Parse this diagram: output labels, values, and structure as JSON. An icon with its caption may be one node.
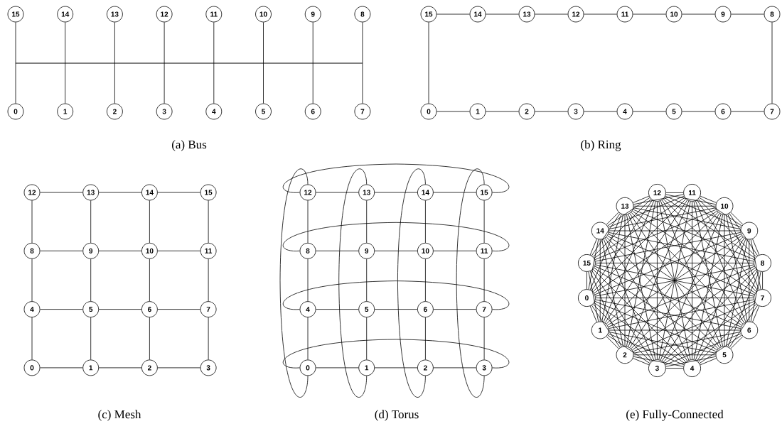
{
  "diagram": {
    "nodes": [
      {
        "text": [
          "15"
        ]
      },
      {
        "text": [
          "14"
        ]
      },
      {
        "text": [
          "13"
        ]
      },
      {
        "text": [
          "12"
        ]
      },
      {
        "text": [
          "11"
        ]
      },
      {
        "text": [
          "10"
        ]
      },
      {
        "text": [
          "9"
        ]
      },
      {
        "text": [
          "8"
        ]
      },
      {
        "text": [],
        "shape": "bar"
      },
      {
        "text": [
          "0"
        ]
      },
      {
        "text": [
          "1"
        ]
      },
      {
        "text": [
          "2"
        ]
      },
      {
        "text": [
          "3"
        ]
      },
      {
        "text": [
          "4"
        ]
      },
      {
        "text": [
          "5"
        ]
      },
      {
        "text": [
          "6"
        ]
      },
      {
        "text": [
          "7"
        ]
      },
      {
        "text": [
          "15"
        ]
      },
      {
        "text": [
          "14"
        ]
      },
      {
        "text": [
          "13"
        ]
      },
      {
        "text": [
          "12"
        ]
      },
      {
        "text": [
          "11"
        ]
      },
      {
        "text": [
          "10"
        ]
      },
      {
        "text": [
          "9"
        ]
      },
      {
        "text": [
          "8"
        ]
      },
      {
        "text": [
          "0"
        ]
      },
      {
        "text": [
          "1"
        ]
      },
      {
        "text": [
          "2"
        ]
      },
      {
        "text": [
          "3"
        ]
      },
      {
        "text": [
          "4"
        ]
      },
      {
        "text": [
          "5"
        ]
      },
      {
        "text": [
          "6"
        ]
      },
      {
        "text": [
          "7"
        ]
      },
      {
        "text": [
          "12"
        ]
      },
      {
        "text": [
          "13"
        ]
      },
      {
        "text": [
          "14"
        ]
      },
      {
        "text": [
          "15"
        ]
      },
      {
        "text": [
          "8"
        ]
      },
      {
        "text": [
          "9"
        ]
      },
      {
        "text": [
          "10"
        ]
      },
      {
        "text": [
          "11"
        ]
      },
      {
        "text": [
          "4"
        ]
      },
      {
        "text": [
          "5"
        ]
      },
      {
        "text": [
          "6"
        ]
      },
      {
        "text": [
          "7"
        ]
      },
      {
        "text": [
          "0"
        ]
      },
      {
        "text": [
          "1"
        ]
      },
      {
        "text": [
          "2"
        ]
      },
      {
        "text": [
          "3"
        ]
      },
      {
        "text": [
          "12"
        ]
      },
      {
        "text": [
          "13"
        ]
      },
      {
        "text": [
          "14"
        ]
      },
      {
        "text": [
          "15"
        ]
      },
      {
        "text": [
          "8"
        ]
      },
      {
        "text": [
          "9"
        ]
      },
      {
        "text": [
          "10"
        ]
      },
      {
        "text": [
          "11"
        ]
      },
      {
        "text": [
          "4"
        ]
      },
      {
        "text": [
          "5"
        ]
      },
      {
        "text": [
          "6"
        ]
      },
      {
        "text": [
          "7"
        ]
      },
      {
        "text": [
          "0"
        ]
      },
      {
        "text": [
          "1"
        ]
      },
      {
        "text": [
          "2"
        ]
      },
      {
        "text": [
          "3"
        ]
      },
      {
        "text": [
          "0"
        ]
      },
      {
        "text": [
          "1"
        ]
      },
      {
        "text": [
          "2"
        ]
      },
      {
        "text": [
          "3"
        ]
      },
      {
        "text": [
          "4"
        ]
      },
      {
        "text": [
          "5"
        ]
      },
      {
        "text": [
          "6"
        ]
      },
      {
        "text": [
          "7"
        ]
      },
      {
        "text": [
          "8"
        ]
      },
      {
        "text": [
          "9"
        ]
      },
      {
        "text": [
          "10"
        ]
      },
      {
        "text": [
          "11"
        ]
      },
      {
        "text": [
          "12"
        ]
      },
      {
        "text": [
          "13"
        ]
      },
      {
        "text": [
          "14"
        ]
      },
      {
        "text": [
          "15"
        ]
      }
    ],
    "edges": [
      {
        "from": 0,
        "to": 8,
        "arrow": "none"
      },
      {
        "from": 1,
        "to": 8,
        "arrow": "none"
      },
      {
        "from": 2,
        "to": 8,
        "arrow": "none"
      },
      {
        "from": 3,
        "to": 8,
        "arrow": "none"
      },
      {
        "from": 4,
        "to": 8,
        "arrow": "none"
      },
      {
        "from": 5,
        "to": 8,
        "arrow": "none"
      },
      {
        "from": 6,
        "to": 8,
        "arrow": "none"
      },
      {
        "from": 7,
        "to": 8,
        "arrow": "none"
      },
      {
        "from": 9,
        "to": 8,
        "arrow": "none"
      },
      {
        "from": 10,
        "to": 8,
        "arrow": "none"
      },
      {
        "from": 11,
        "to": 8,
        "arrow": "none"
      },
      {
        "from": 12,
        "to": 8,
        "arrow": "none"
      },
      {
        "from": 13,
        "to": 8,
        "arrow": "none"
      },
      {
        "from": 14,
        "to": 8,
        "arrow": "none"
      },
      {
        "from": 15,
        "to": 8,
        "arrow": "none"
      },
      {
        "from": 16,
        "to": 8,
        "arrow": "none"
      },
      {
        "from": 25,
        "to": 26,
        "arrow": "none"
      },
      {
        "from": 26,
        "to": 27,
        "arrow": "none"
      },
      {
        "from": 27,
        "to": 28,
        "arrow": "none"
      },
      {
        "from": 28,
        "to": 29,
        "arrow": "none"
      },
      {
        "from": 29,
        "to": 30,
        "arrow": "none"
      },
      {
        "from": 30,
        "to": 31,
        "arrow": "none"
      },
      {
        "from": 31,
        "to": 32,
        "arrow": "none"
      },
      {
        "from": 32,
        "to": 24,
        "arrow": "none"
      },
      {
        "from": 24,
        "to": 23,
        "arrow": "none"
      },
      {
        "from": 23,
        "to": 22,
        "arrow": "none"
      },
      {
        "from": 22,
        "to": 21,
        "arrow": "none"
      },
      {
        "from": 21,
        "to": 20,
        "arrow": "none"
      },
      {
        "from": 20,
        "to": 19,
        "arrow": "none"
      },
      {
        "from": 19,
        "to": 18,
        "arrow": "none"
      },
      {
        "from": 18,
        "to": 17,
        "arrow": "none"
      },
      {
        "from": 17,
        "to": 25,
        "arrow": "none"
      },
      {
        "from": 33,
        "to": 34,
        "arrow": "none"
      },
      {
        "from": 34,
        "to": 35,
        "arrow": "none"
      },
      {
        "from": 35,
        "to": 36,
        "arrow": "none"
      },
      {
        "from": 37,
        "to": 38,
        "arrow": "none"
      },
      {
        "from": 38,
        "to": 39,
        "arrow": "none"
      },
      {
        "from": 39,
        "to": 40,
        "arrow": "none"
      },
      {
        "from": 41,
        "to": 42,
        "arrow": "none"
      },
      {
        "from": 42,
        "to": 43,
        "arrow": "none"
      },
      {
        "from": 43,
        "to": 44,
        "arrow": "none"
      },
      {
        "from": 45,
        "to": 46,
        "arrow": "none"
      },
      {
        "from": 46,
        "to": 47,
        "arrow": "none"
      },
      {
        "from": 47,
        "to": 48,
        "arrow": "none"
      },
      {
        "from": 33,
        "to": 37,
        "arrow": "none"
      },
      {
        "from": 37,
        "to": 41,
        "arrow": "none"
      },
      {
        "from": 41,
        "to": 45,
        "arrow": "none"
      },
      {
        "from": 34,
        "to": 38,
        "arrow": "none"
      },
      {
        "from": 38,
        "to": 42,
        "arrow": "none"
      },
      {
        "from": 42,
        "to": 46,
        "arrow": "none"
      },
      {
        "from": 35,
        "to": 39,
        "arrow": "none"
      },
      {
        "from": 39,
        "to": 43,
        "arrow": "none"
      },
      {
        "from": 43,
        "to": 47,
        "arrow": "none"
      },
      {
        "from": 36,
        "to": 40,
        "arrow": "none"
      },
      {
        "from": 40,
        "to": 44,
        "arrow": "none"
      },
      {
        "from": 44,
        "to": 48,
        "arrow": "none"
      },
      {
        "from": 49,
        "to": 50,
        "arrow": "none"
      },
      {
        "from": 50,
        "to": 51,
        "arrow": "none"
      },
      {
        "from": 51,
        "to": 52,
        "arrow": "none"
      },
      {
        "from": 53,
        "to": 54,
        "arrow": "none"
      },
      {
        "from": 54,
        "to": 55,
        "arrow": "none"
      },
      {
        "from": 55,
        "to": 56,
        "arrow": "none"
      },
      {
        "from": 57,
        "to": 58,
        "arrow": "none"
      },
      {
        "from": 58,
        "to": 59,
        "arrow": "none"
      },
      {
        "from": 59,
        "to": 60,
        "arrow": "none"
      },
      {
        "from": 61,
        "to": 62,
        "arrow": "none"
      },
      {
        "from": 62,
        "to": 63,
        "arrow": "none"
      },
      {
        "from": 63,
        "to": 64,
        "arrow": "none"
      },
      {
        "from": 49,
        "to": 53,
        "arrow": "none"
      },
      {
        "from": 53,
        "to": 57,
        "arrow": "none"
      },
      {
        "from": 57,
        "to": 61,
        "arrow": "none"
      },
      {
        "from": 50,
        "to": 54,
        "arrow": "none"
      },
      {
        "from": 54,
        "to": 58,
        "arrow": "none"
      },
      {
        "from": 58,
        "to": 62,
        "arrow": "none"
      },
      {
        "from": 51,
        "to": 55,
        "arrow": "none"
      },
      {
        "from": 55,
        "to": 59,
        "arrow": "none"
      },
      {
        "from": 59,
        "to": 63,
        "arrow": "none"
      },
      {
        "from": 52,
        "to": 56,
        "arrow": "none"
      },
      {
        "from": 56,
        "to": 60,
        "arrow": "none"
      },
      {
        "from": 60,
        "to": 64,
        "arrow": "none"
      },
      {
        "from": 49,
        "to": 52,
        "arrow": "none"
      },
      {
        "from": 53,
        "to": 56,
        "arrow": "none"
      },
      {
        "from": 57,
        "to": 60,
        "arrow": "none"
      },
      {
        "from": 61,
        "to": 64,
        "arrow": "none"
      },
      {
        "from": 49,
        "to": 61,
        "arrow": "none"
      },
      {
        "from": 50,
        "to": 62,
        "arrow": "none"
      },
      {
        "from": 51,
        "to": 63,
        "arrow": "none"
      },
      {
        "from": 52,
        "to": 64,
        "arrow": "none"
      },
      {
        "from": 65,
        "to": 66,
        "arrow": "none"
      },
      {
        "from": 65,
        "to": 67,
        "arrow": "none"
      },
      {
        "from": 65,
        "to": 68,
        "arrow": "none"
      },
      {
        "from": 65,
        "to": 69,
        "arrow": "none"
      },
      {
        "from": 65,
        "to": 70,
        "arrow": "none"
      },
      {
        "from": 65,
        "to": 71,
        "arrow": "none"
      },
      {
        "from": 65,
        "to": 72,
        "arrow": "none"
      },
      {
        "from": 65,
        "to": 73,
        "arrow": "none"
      },
      {
        "from": 65,
        "to": 74,
        "arrow": "none"
      },
      {
        "from": 65,
        "to": 75,
        "arrow": "none"
      },
      {
        "from": 65,
        "to": 76,
        "arrow": "none"
      },
      {
        "from": 65,
        "to": 77,
        "arrow": "none"
      },
      {
        "from": 65,
        "to": 78,
        "arrow": "none"
      },
      {
        "from": 65,
        "to": 79,
        "arrow": "none"
      },
      {
        "from": 65,
        "to": 80,
        "arrow": "none"
      },
      {
        "from": 66,
        "to": 67,
        "arrow": "none"
      },
      {
        "from": 66,
        "to": 68,
        "arrow": "none"
      },
      {
        "from": 66,
        "to": 69,
        "arrow": "none"
      },
      {
        "from": 66,
        "to": 70,
        "arrow": "none"
      },
      {
        "from": 66,
        "to": 71,
        "arrow": "none"
      },
      {
        "from": 66,
        "to": 72,
        "arrow": "none"
      },
      {
        "from": 66,
        "to": 73,
        "arrow": "none"
      },
      {
        "from": 66,
        "to": 74,
        "arrow": "none"
      },
      {
        "from": 66,
        "to": 75,
        "arrow": "none"
      },
      {
        "from": 66,
        "to": 76,
        "arrow": "none"
      },
      {
        "from": 66,
        "to": 77,
        "arrow": "none"
      },
      {
        "from": 66,
        "to": 78,
        "arrow": "none"
      },
      {
        "from": 66,
        "to": 79,
        "arrow": "none"
      },
      {
        "from": 66,
        "to": 80,
        "arrow": "none"
      },
      {
        "from": 67,
        "to": 68,
        "arrow": "none"
      },
      {
        "from": 67,
        "to": 69,
        "arrow": "none"
      },
      {
        "from": 67,
        "to": 70,
        "arrow": "none"
      },
      {
        "from": 67,
        "to": 71,
        "arrow": "none"
      },
      {
        "from": 67,
        "to": 72,
        "arrow": "none"
      },
      {
        "from": 67,
        "to": 73,
        "arrow": "none"
      },
      {
        "from": 67,
        "to": 74,
        "arrow": "none"
      },
      {
        "from": 67,
        "to": 75,
        "arrow": "none"
      },
      {
        "from": 67,
        "to": 76,
        "arrow": "none"
      },
      {
        "from": 67,
        "to": 77,
        "arrow": "none"
      },
      {
        "from": 67,
        "to": 78,
        "arrow": "none"
      },
      {
        "from": 67,
        "to": 79,
        "arrow": "none"
      },
      {
        "from": 67,
        "to": 80,
        "arrow": "none"
      },
      {
        "from": 68,
        "to": 69,
        "arrow": "none"
      },
      {
        "from": 68,
        "to": 70,
        "arrow": "none"
      },
      {
        "from": 68,
        "to": 71,
        "arrow": "none"
      },
      {
        "from": 68,
        "to": 72,
        "arrow": "none"
      },
      {
        "from": 68,
        "to": 73,
        "arrow": "none"
      },
      {
        "from": 68,
        "to": 74,
        "arrow": "none"
      },
      {
        "from": 68,
        "to": 75,
        "arrow": "none"
      },
      {
        "from": 68,
        "to": 76,
        "arrow": "none"
      },
      {
        "from": 68,
        "to": 77,
        "arrow": "none"
      },
      {
        "from": 68,
        "to": 78,
        "arrow": "none"
      },
      {
        "from": 68,
        "to": 79,
        "arrow": "none"
      },
      {
        "from": 68,
        "to": 80,
        "arrow": "none"
      },
      {
        "from": 69,
        "to": 70,
        "arrow": "none"
      },
      {
        "from": 69,
        "to": 71,
        "arrow": "none"
      },
      {
        "from": 69,
        "to": 72,
        "arrow": "none"
      },
      {
        "from": 69,
        "to": 73,
        "arrow": "none"
      },
      {
        "from": 69,
        "to": 74,
        "arrow": "none"
      },
      {
        "from": 69,
        "to": 75,
        "arrow": "none"
      },
      {
        "from": 69,
        "to": 76,
        "arrow": "none"
      },
      {
        "from": 69,
        "to": 77,
        "arrow": "none"
      },
      {
        "from": 69,
        "to": 78,
        "arrow": "none"
      },
      {
        "from": 69,
        "to": 79,
        "arrow": "none"
      },
      {
        "from": 69,
        "to": 80,
        "arrow": "none"
      },
      {
        "from": 70,
        "to": 71,
        "arrow": "none"
      },
      {
        "from": 70,
        "to": 72,
        "arrow": "none"
      },
      {
        "from": 70,
        "to": 73,
        "arrow": "none"
      },
      {
        "from": 70,
        "to": 74,
        "arrow": "none"
      },
      {
        "from": 70,
        "to": 75,
        "arrow": "none"
      },
      {
        "from": 70,
        "to": 76,
        "arrow": "none"
      },
      {
        "from": 70,
        "to": 77,
        "arrow": "none"
      },
      {
        "from": 70,
        "to": 78,
        "arrow": "none"
      },
      {
        "from": 70,
        "to": 79,
        "arrow": "none"
      },
      {
        "from": 70,
        "to": 80,
        "arrow": "none"
      },
      {
        "from": 71,
        "to": 72,
        "arrow": "none"
      },
      {
        "from": 71,
        "to": 73,
        "arrow": "none"
      },
      {
        "from": 71,
        "to": 74,
        "arrow": "none"
      },
      {
        "from": 71,
        "to": 75,
        "arrow": "none"
      },
      {
        "from": 71,
        "to": 76,
        "arrow": "none"
      },
      {
        "from": 71,
        "to": 77,
        "arrow": "none"
      },
      {
        "from": 71,
        "to": 78,
        "arrow": "none"
      },
      {
        "from": 71,
        "to": 79,
        "arrow": "none"
      },
      {
        "from": 71,
        "to": 80,
        "arrow": "none"
      },
      {
        "from": 72,
        "to": 73,
        "arrow": "none"
      },
      {
        "from": 72,
        "to": 74,
        "arrow": "none"
      },
      {
        "from": 72,
        "to": 75,
        "arrow": "none"
      },
      {
        "from": 72,
        "to": 76,
        "arrow": "none"
      },
      {
        "from": 72,
        "to": 77,
        "arrow": "none"
      },
      {
        "from": 72,
        "to": 78,
        "arrow": "none"
      },
      {
        "from": 72,
        "to": 79,
        "arrow": "none"
      },
      {
        "from": 72,
        "to": 80,
        "arrow": "none"
      },
      {
        "from": 73,
        "to": 74,
        "arrow": "none"
      },
      {
        "from": 73,
        "to": 75,
        "arrow": "none"
      },
      {
        "from": 73,
        "to": 76,
        "arrow": "none"
      },
      {
        "from": 73,
        "to": 77,
        "arrow": "none"
      },
      {
        "from": 73,
        "to": 78,
        "arrow": "none"
      },
      {
        "from": 73,
        "to": 79,
        "arrow": "none"
      },
      {
        "from": 73,
        "to": 80,
        "arrow": "none"
      },
      {
        "from": 74,
        "to": 75,
        "arrow": "none"
      },
      {
        "from": 74,
        "to": 76,
        "arrow": "none"
      },
      {
        "from": 74,
        "to": 77,
        "arrow": "none"
      },
      {
        "from": 74,
        "to": 78,
        "arrow": "none"
      },
      {
        "from": 74,
        "to": 79,
        "arrow": "none"
      },
      {
        "from": 74,
        "to": 80,
        "arrow": "none"
      },
      {
        "from": 75,
        "to": 76,
        "arrow": "none"
      },
      {
        "from": 75,
        "to": 77,
        "arrow": "none"
      },
      {
        "from": 75,
        "to": 78,
        "arrow": "none"
      },
      {
        "from": 75,
        "to": 79,
        "arrow": "none"
      },
      {
        "from": 75,
        "to": 80,
        "arrow": "none"
      },
      {
        "from": 76,
        "to": 77,
        "arrow": "none"
      },
      {
        "from": 76,
        "to": 78,
        "arrow": "none"
      },
      {
        "from": 76,
        "to": 79,
        "arrow": "none"
      },
      {
        "from": 76,
        "to": 80,
        "arrow": "none"
      },
      {
        "from": 77,
        "to": 78,
        "arrow": "none"
      },
      {
        "from": 77,
        "to": 79,
        "arrow": "none"
      },
      {
        "from": 77,
        "to": 80,
        "arrow": "none"
      },
      {
        "from": 78,
        "to": 79,
        "arrow": "none"
      },
      {
        "from": 78,
        "to": 80,
        "arrow": "none"
      },
      {
        "from": 79,
        "to": 80,
        "arrow": "none"
      }
    ],
    "labels": [
      "(a) Bus",
      "(b) Ring",
      "(c) Mesh",
      "(d) Torus",
      "(e) Fully-Connected"
    ]
  }
}
